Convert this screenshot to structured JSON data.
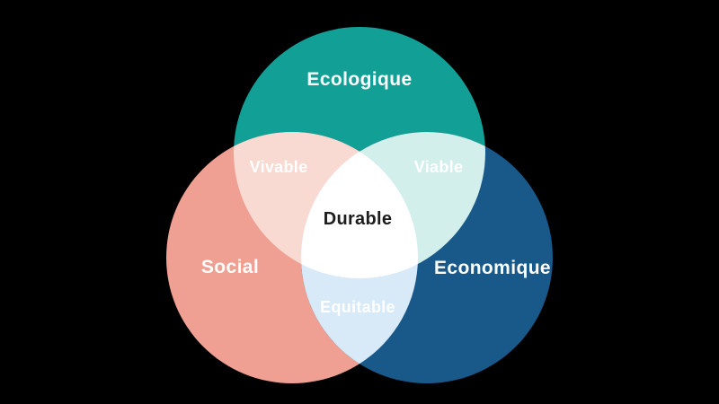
{
  "diagram": {
    "type": "venn",
    "background": "#000000",
    "circles": [
      {
        "id": "ecologique",
        "label": "Ecologique",
        "color": "#119F96"
      },
      {
        "id": "social",
        "label": "Social",
        "color": "#EFA092"
      },
      {
        "id": "economique",
        "label": "Economique",
        "color": "#19598A"
      }
    ],
    "overlaps": [
      {
        "id": "vivable",
        "label": "Vivable",
        "color": "#F9DAD2",
        "between": "Ecologique + Social"
      },
      {
        "id": "viable",
        "label": "Viable",
        "color": "#D2EFEB",
        "between": "Ecologique + Economique"
      },
      {
        "id": "equitable",
        "label": "Equitable",
        "color": "#D8E9F7",
        "between": "Social + Economique"
      },
      {
        "id": "durable",
        "label": "Durable",
        "color": "#FFFFFF",
        "between": "Ecologique + Social + Economique"
      }
    ],
    "label_colors": {
      "on_color": "#FFFFFF",
      "center": "#1C1C1C"
    }
  }
}
